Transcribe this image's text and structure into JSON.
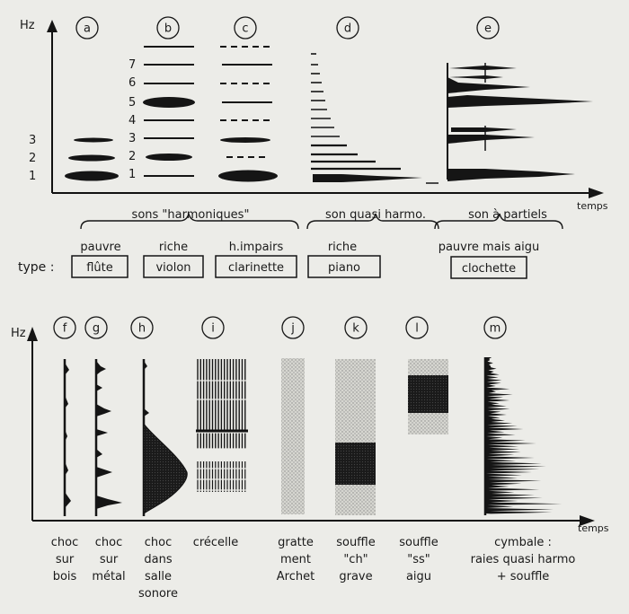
{
  "top": {
    "axis_y": "Hz",
    "axis_x": "temps",
    "panels": [
      "a",
      "b",
      "c",
      "d",
      "e"
    ],
    "numbers_a": [
      "3",
      "2",
      "1"
    ],
    "numbers_b": [
      "7",
      "6",
      "5",
      "4",
      "3",
      "2",
      "1"
    ],
    "groups": [
      "sons \"harmoniques\"",
      "son quasi harmo.",
      "son à partiels"
    ],
    "qualities": [
      "pauvre",
      "riche",
      "h.impairs",
      "riche",
      "pauvre mais aigu"
    ],
    "type_label": "type :",
    "instruments": [
      "flûte",
      "violon",
      "clarinette",
      "piano",
      "clochette"
    ]
  },
  "bottom": {
    "axis_y": "Hz",
    "axis_x": "temps",
    "panels": [
      "f",
      "g",
      "h",
      "i",
      "j",
      "k",
      "l",
      "m"
    ],
    "captions": [
      [
        "choc",
        "sur",
        "bois"
      ],
      [
        "choc",
        "sur",
        "métal"
      ],
      [
        "choc",
        "dans",
        "salle",
        "sonore"
      ],
      [
        "crécelle"
      ],
      [
        "gratte",
        "ment",
        "Archet"
      ],
      [
        "souffle",
        "\"ch\"",
        "grave"
      ],
      [
        "souffle",
        "\"ss\"",
        "aigu"
      ],
      [
        "cymbale :",
        "raies quasi harmo",
        "+ souffle"
      ]
    ]
  }
}
